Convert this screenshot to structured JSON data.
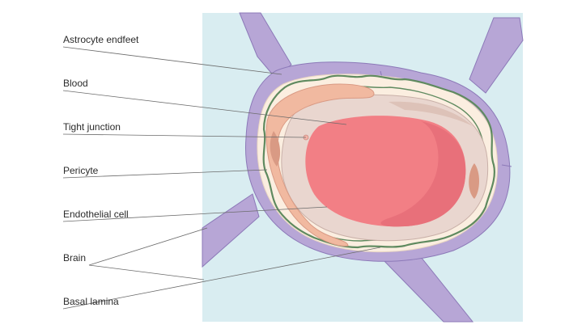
{
  "labels": [
    {
      "key": "astrocyte",
      "text": "Astrocyte endfeet"
    },
    {
      "key": "blood",
      "text": "Blood"
    },
    {
      "key": "tight",
      "text": "Tight junction"
    },
    {
      "key": "pericyte",
      "text": "Pericyte"
    },
    {
      "key": "endothelial",
      "text": "Endothelial cell"
    },
    {
      "key": "brain",
      "text": "Brain"
    },
    {
      "key": "basal",
      "text": "Basal lamina"
    }
  ],
  "colors": {
    "background_panel": "#d9edf1",
    "astrocyte": "#b7a6d6",
    "astrocyte_stroke": "#8c79b8",
    "outer_cream": "#fbeee0",
    "endothelial": "#e9d6cf",
    "endothelial_stroke": "#c9b0a8",
    "pericyte": "#f1b9a0",
    "pericyte_dark": "#d99a84",
    "blood": "#f27f85",
    "blood_dark": "#e8707a",
    "basal_lamina": "#5f8a5f",
    "leader_line": "#6b6b6b"
  }
}
